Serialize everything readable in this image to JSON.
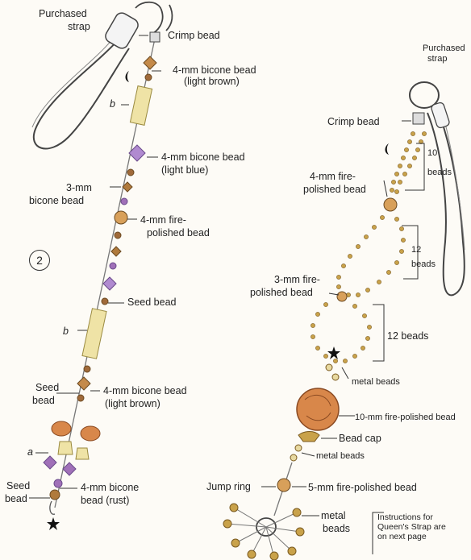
{
  "left": {
    "purchased": "Purchased",
    "strap": "strap",
    "crimp": "Crimp bead",
    "bicone_lb_1": "4-mm bicone bead",
    "bicone_lb_2": "(light brown)",
    "b_top": "b",
    "bicone_blue_1": "4-mm bicone bead",
    "bicone_blue_2": "(light blue)",
    "b3_1": "3-mm",
    "b3_2": "bicone bead",
    "fire_1": "4-mm fire-",
    "fire_2": "polished bead",
    "step": "2",
    "seed": "Seed bead",
    "b_mid": "b",
    "seed2_1": "Seed",
    "seed2_2": "bead",
    "bicone2_1": "4-mm bicone bead",
    "bicone2_2": "(light brown)",
    "a": "a",
    "seed3_1": "Seed",
    "seed3_2": "bead",
    "rust_1": "4-mm bicone",
    "rust_2": "bead (rust)"
  },
  "right": {
    "purchased": "Purchased",
    "strap": "strap",
    "crimp": "Crimp bead",
    "ten": "10",
    "beads": "beads",
    "fire4_1": "4-mm fire-",
    "fire4_2": "polished bead",
    "twelve": "12",
    "fire3_1": "3-mm fire-",
    "fire3_2": "polished bead",
    "twelve_beads": "12 beads",
    "metal1": "metal beads",
    "fire10": "10-mm fire-polished bead",
    "cap": "Bead cap",
    "metal2": "metal beads",
    "jump": "Jump ring",
    "fire5": "5-mm fire-polished bead",
    "metal3_1": "metal",
    "metal3_2": "beads",
    "instr_1": "Instructions for",
    "instr_2": "Queen's Strap are",
    "instr_3": "on next page"
  },
  "colors": {
    "wire": "#777777",
    "bead_brown": "#b07a3c",
    "bead_purple": "#a070b8",
    "tube": "#efe3a6",
    "gold": "#c9a24a",
    "copper": "#d8874a"
  }
}
